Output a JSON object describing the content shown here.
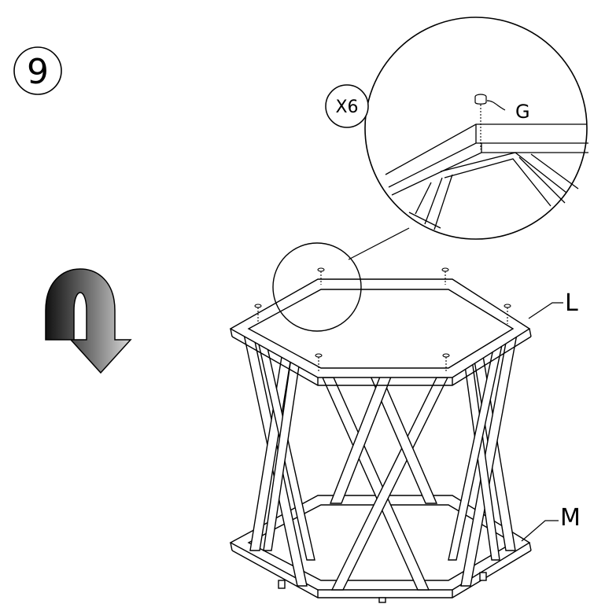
{
  "step": {
    "number": "9"
  },
  "callout": {
    "quantity": "X6",
    "part_label": "G"
  },
  "parts": {
    "top_frame_label": "L",
    "bottom_frame_label": "M"
  },
  "icons": {
    "flip": "flip-over-arrow-icon",
    "screw": "screw-icon"
  },
  "colors": {
    "line": "#000000",
    "background": "#ffffff"
  }
}
